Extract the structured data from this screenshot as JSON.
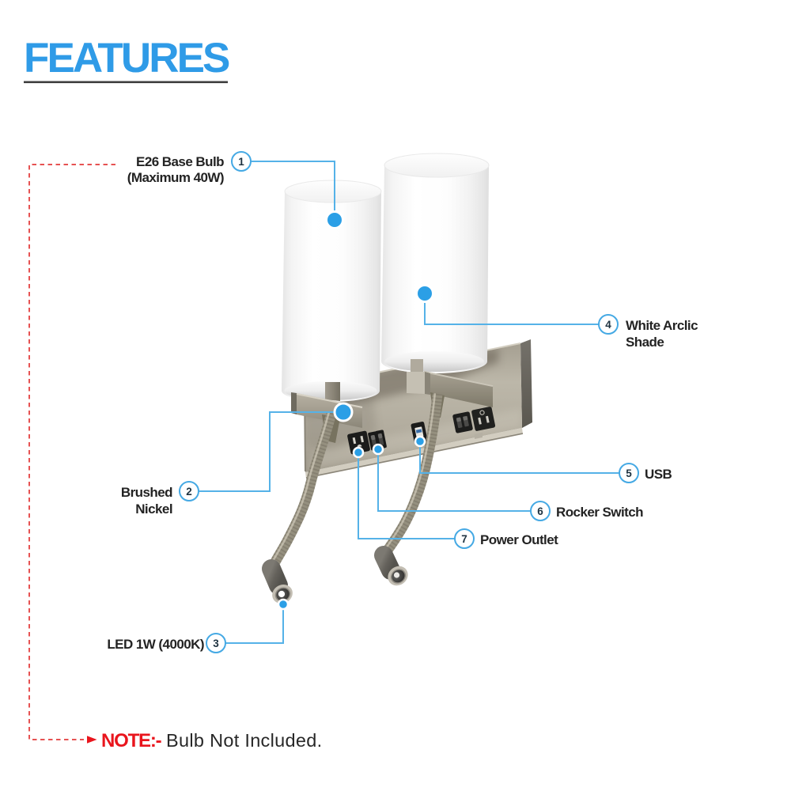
{
  "title": {
    "text": "FEATURES"
  },
  "note": {
    "prefix": "NOTE:-",
    "text": "Bulb Not Included."
  },
  "callouts": {
    "c1": {
      "num": "1",
      "line1": "E26 Base Bulb",
      "line2": "(Maximum 40W)"
    },
    "c2": {
      "num": "2",
      "line1": "Brushed",
      "line2": "Nickel"
    },
    "c3": {
      "num": "3",
      "line1": "LED 1W (4000K)"
    },
    "c4": {
      "num": "4",
      "line1": "White Arclic",
      "line2": "Shade"
    },
    "c5": {
      "num": "5",
      "line1": "USB"
    },
    "c6": {
      "num": "6",
      "line1": "Rocker Switch"
    },
    "c7": {
      "num": "7",
      "line1": "Power Outlet"
    }
  },
  "colors": {
    "title_blue": "#2f9be7",
    "callout_line_blue": "#55b2e8",
    "marker_dot_blue": "#2b9fe6",
    "note_red": "#e9151d",
    "dashed_red": "#e65252",
    "label_dark": "#232323",
    "nickel": "#b0aa9c",
    "shade_white": "#ffffff"
  },
  "product": {
    "description": "double wall sconce with two white cylindrical shades, brushed nickel plate, two LED gooseneck reading lights, power outlet, rocker switches and USB port"
  }
}
